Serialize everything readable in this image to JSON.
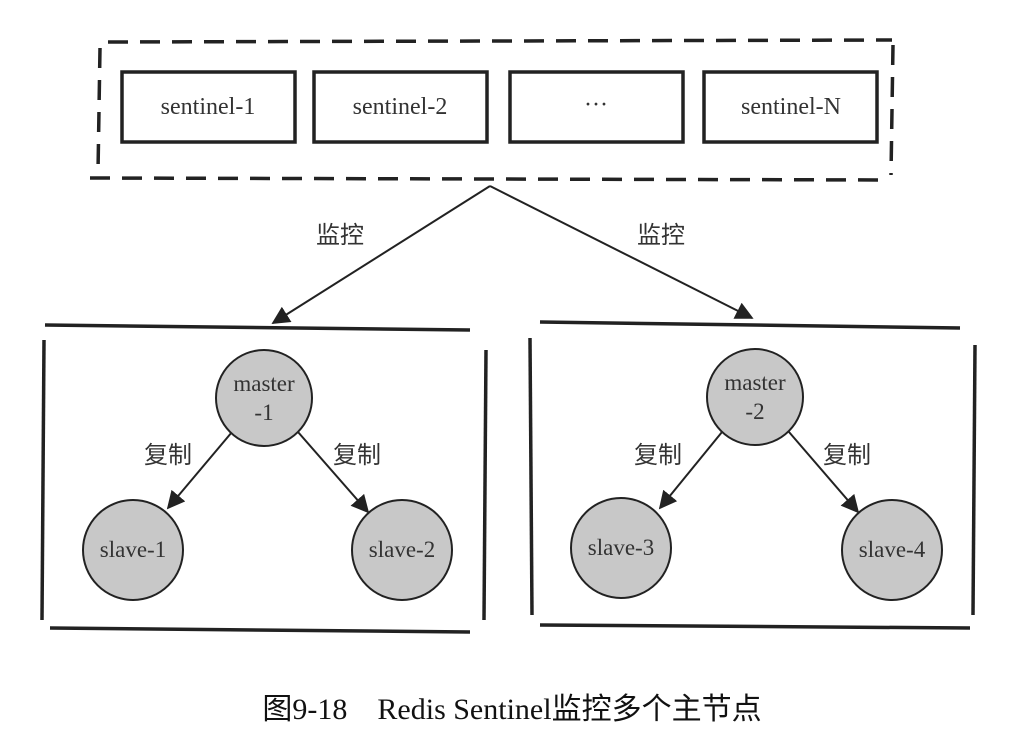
{
  "sentinels": [
    {
      "label": "sentinel-1"
    },
    {
      "label": "sentinel-2"
    },
    {
      "label": "···"
    },
    {
      "label": "sentinel-N"
    }
  ],
  "monitor_label_left": "监控",
  "monitor_label_right": "监控",
  "groups": [
    {
      "master": {
        "line1": "master",
        "line2": "-1"
      },
      "replicate_left": "复制",
      "replicate_right": "复制",
      "slave_left": "slave-1",
      "slave_right": "slave-2"
    },
    {
      "master": {
        "line1": "master",
        "line2": "-2"
      },
      "replicate_left": "复制",
      "replicate_right": "复制",
      "slave_left": "slave-3",
      "slave_right": "slave-4"
    }
  ],
  "caption": "图9-18　Redis Sentinel监控多个主节点",
  "colors": {
    "node_fill": "#c8c8c8",
    "stroke": "#222222"
  }
}
